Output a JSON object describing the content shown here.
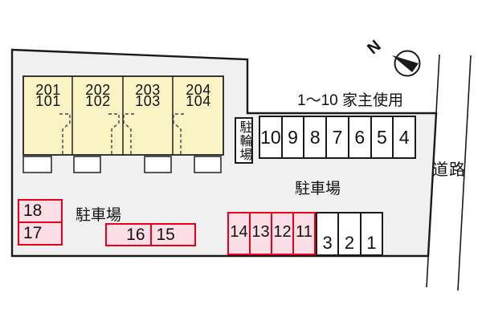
{
  "labels": {
    "owner_note": "1〜10 家主使用",
    "road": "道路",
    "bicycle_parking": "駐輪場",
    "parking_lot_left": "駐車場",
    "parking_lot_center": "駐車場",
    "compass_north": "N"
  },
  "building": {
    "units": [
      {
        "upper": "201",
        "lower": "101"
      },
      {
        "upper": "202",
        "lower": "102"
      },
      {
        "upper": "203",
        "lower": "103"
      },
      {
        "upper": "204",
        "lower": "104"
      }
    ]
  },
  "parking": {
    "owner_spaces": [
      "10",
      "9",
      "8",
      "7",
      "6",
      "5",
      "4"
    ],
    "left_stack": [
      "18",
      "17"
    ],
    "middle_row": [
      "16",
      "15"
    ],
    "reserved_row": [
      "14",
      "13",
      "12",
      "11"
    ],
    "open_row": [
      "3",
      "2",
      "1"
    ]
  },
  "colors": {
    "site_fill": "#f0f0f0",
    "building_fill": "#faf4c5",
    "reserved_fill": "#fcdfe6",
    "reserved_border": "#e8001c",
    "outline": "#1a1a1a"
  }
}
